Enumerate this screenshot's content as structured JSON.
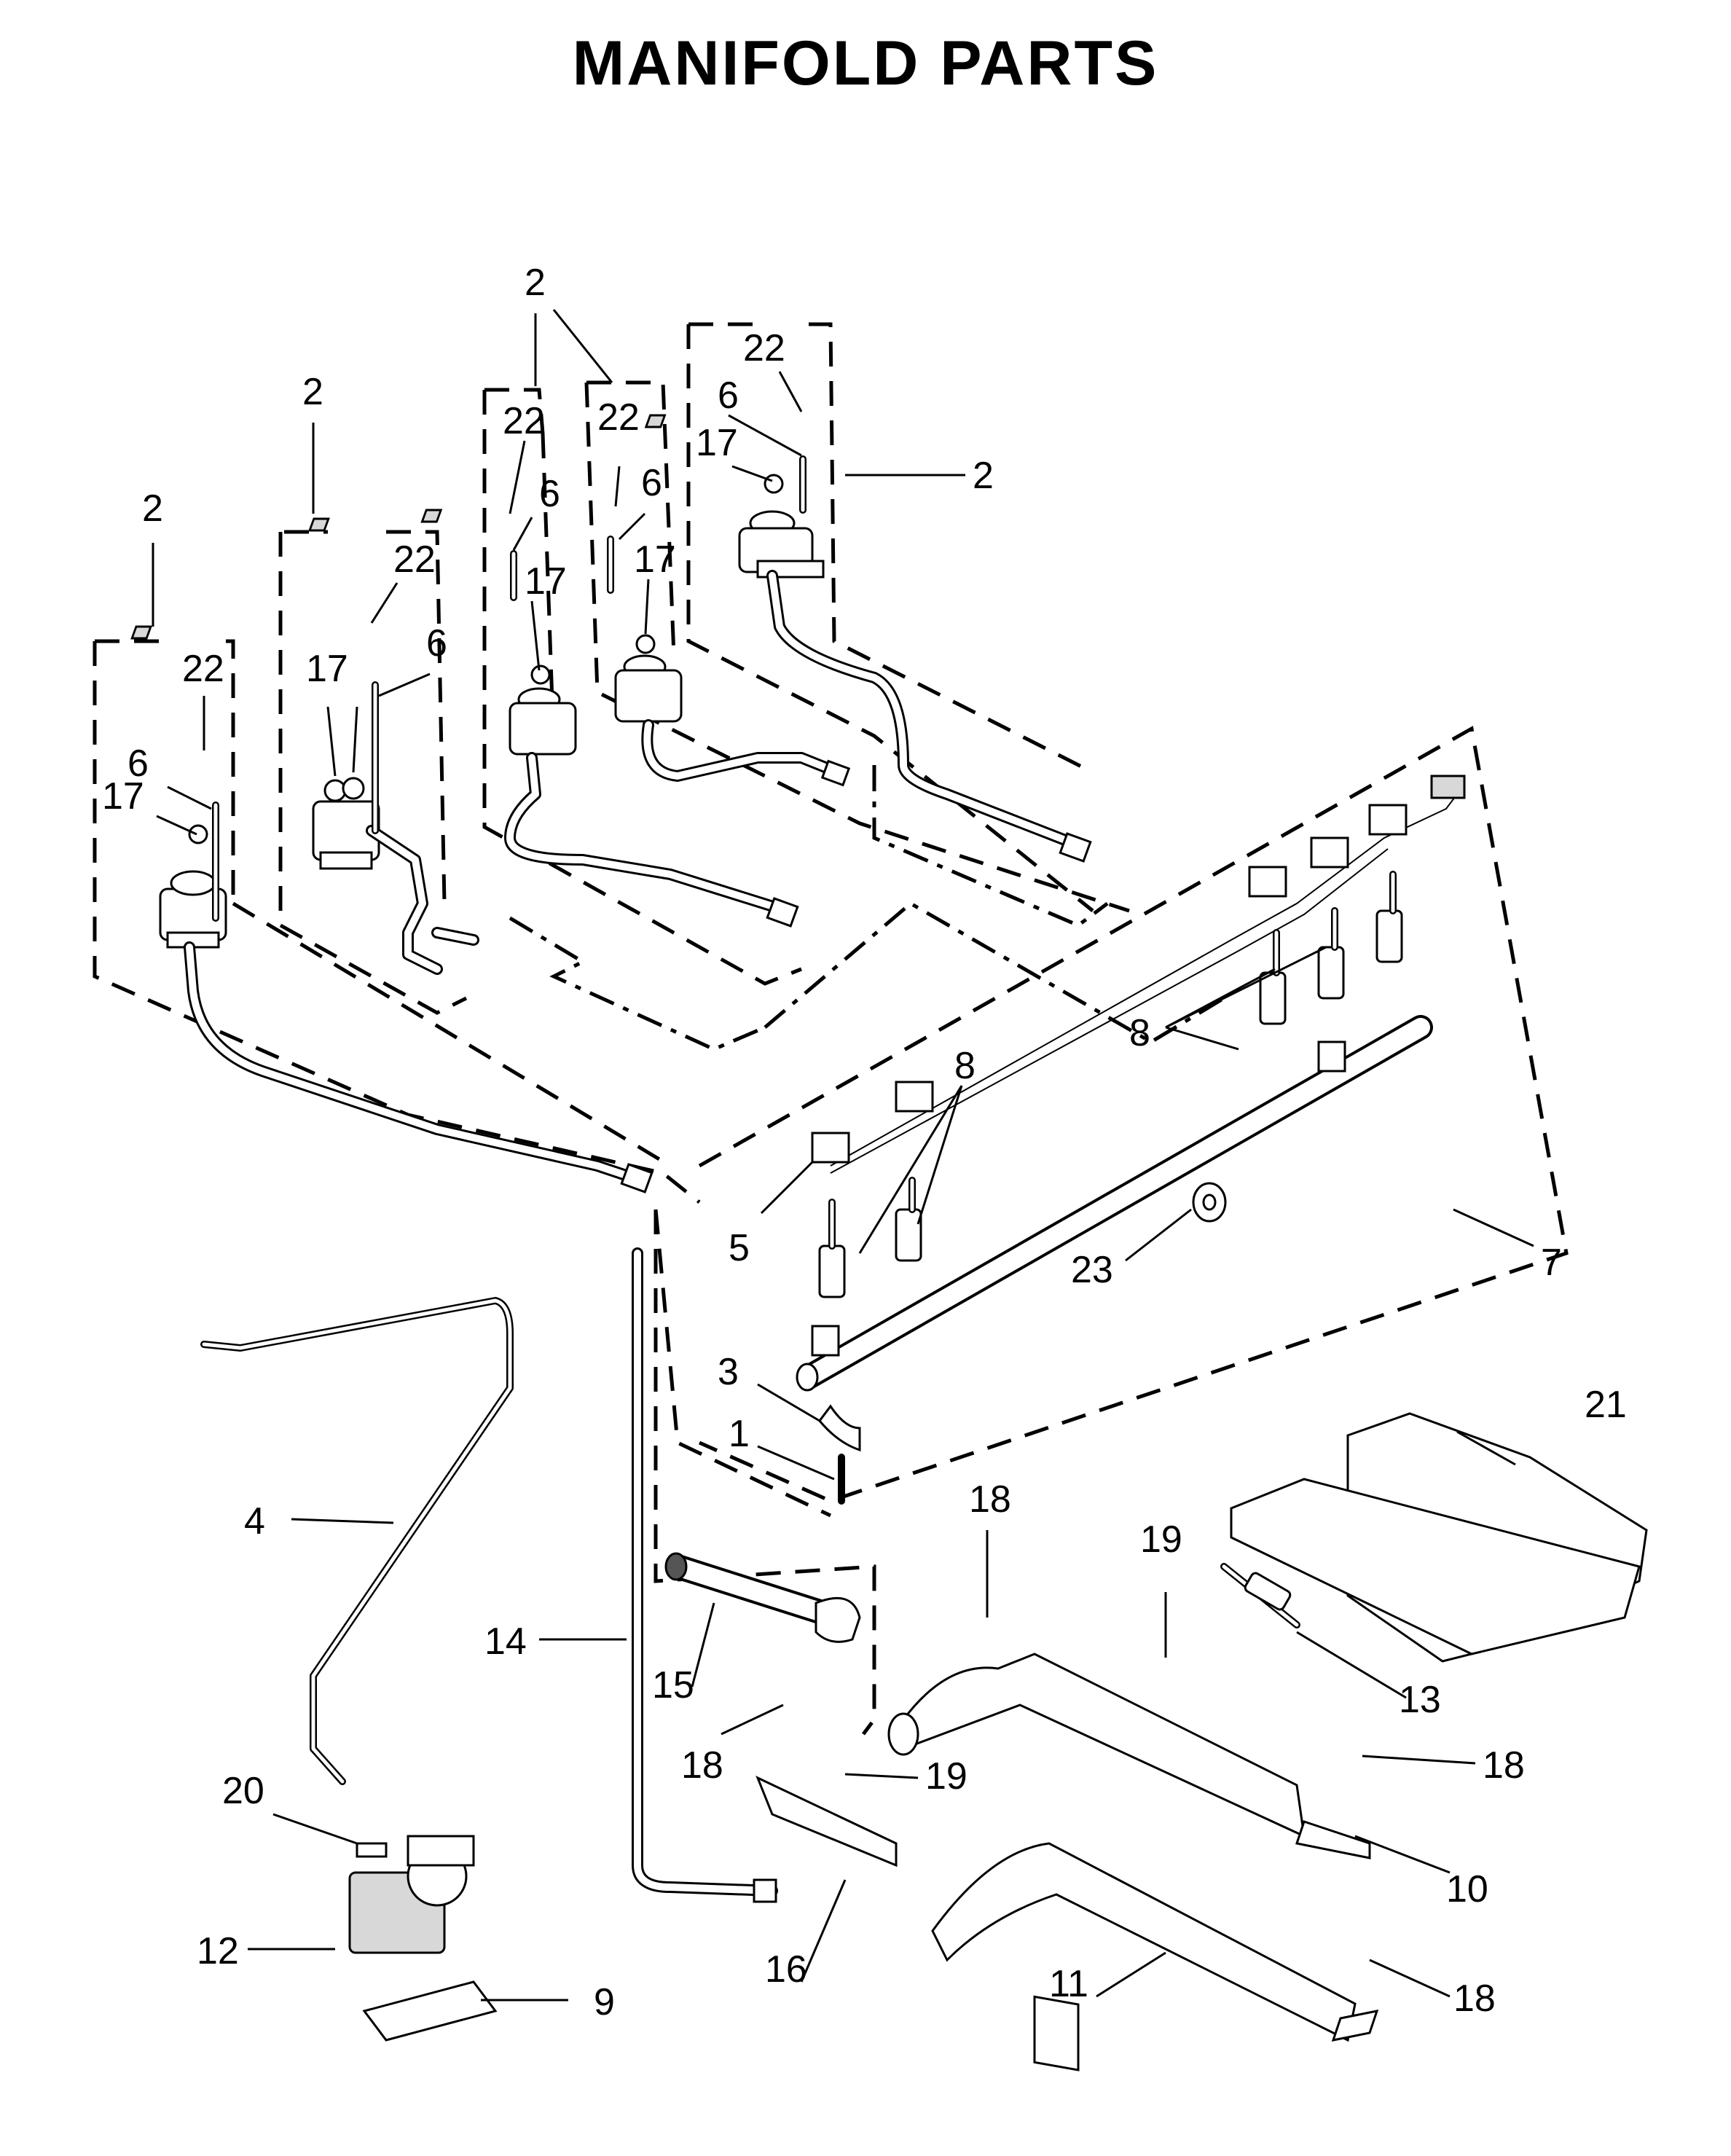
{
  "title": "MANIFOLD PARTS",
  "callouts": {
    "c2_left": "2",
    "c2_lm": "2",
    "c2_top": "2",
    "c2_right": "2",
    "c22_a": "22",
    "c22_b": "22",
    "c22_c": "22",
    "c22_d": "22",
    "c22_e": "22",
    "c6_a": "6",
    "c6_b": "6",
    "c6_c": "6",
    "c6_d": "6",
    "c6_e": "6",
    "c17_a": "17",
    "c17_b": "17",
    "c17_c": "17",
    "c17_d": "17",
    "c17_e": "17",
    "c8_a": "8",
    "c8_b": "8",
    "c5": "5",
    "c23": "23",
    "c7": "7",
    "c3": "3",
    "c1": "1",
    "c4": "4",
    "c14": "14",
    "c15": "15",
    "c18_a": "18",
    "c18_b": "18",
    "c18_c": "18",
    "c18_d": "18",
    "c19_a": "19",
    "c19_b": "19",
    "c21": "21",
    "c13": "13",
    "c10": "10",
    "c11": "11",
    "c16": "16",
    "c20": "20",
    "c12": "12",
    "c9": "9"
  },
  "icons": {
    "valve": "burner-valve-icon",
    "orifice": "orifice-icon",
    "screw": "screw-icon",
    "clip": "clip-icon",
    "manifold": "manifold-pipe-icon",
    "burner": "oven-burner-icon",
    "regulator": "pressure-regulator-icon"
  }
}
